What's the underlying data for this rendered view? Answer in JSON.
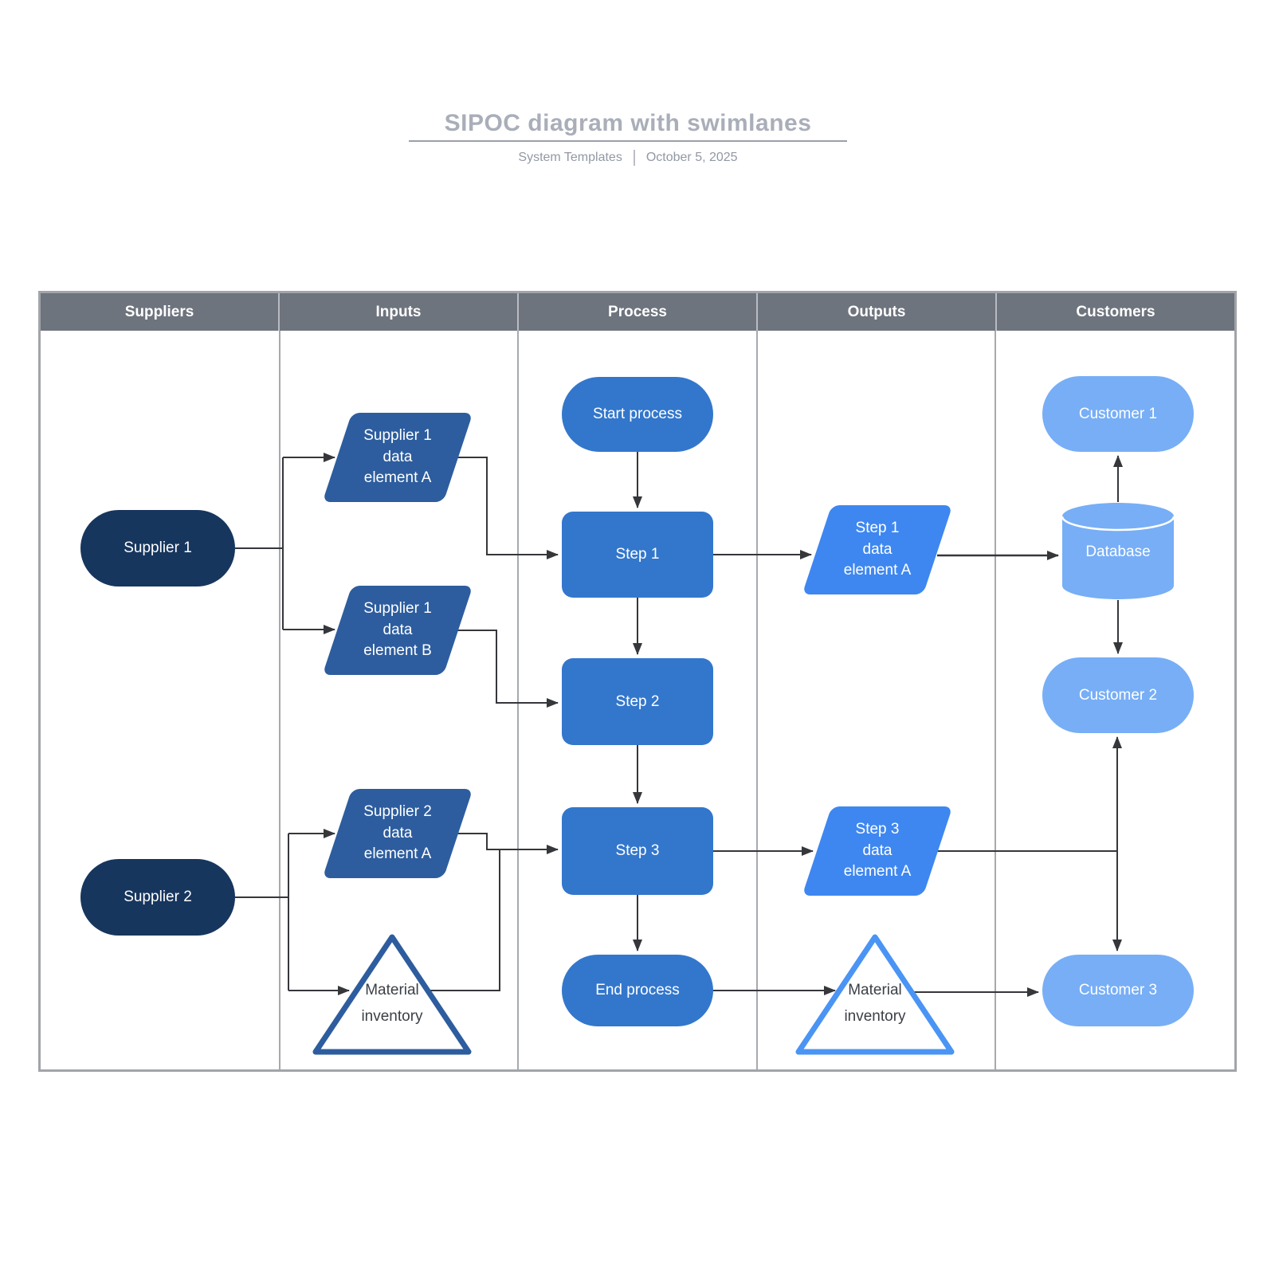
{
  "header": {
    "title": "SIPOC diagram with swimlanes",
    "byline": "System Templates",
    "date": "October 5, 2025"
  },
  "swimlanes": {
    "columns": [
      "Suppliers",
      "Inputs",
      "Process",
      "Outputs",
      "Customers"
    ]
  },
  "nodes": {
    "supplier1": {
      "label": "Supplier 1"
    },
    "supplier2": {
      "label": "Supplier 2"
    },
    "input_s1a": {
      "lines": [
        "Supplier 1",
        "data",
        "element A"
      ]
    },
    "input_s1b": {
      "lines": [
        "Supplier 1",
        "data",
        "element B"
      ]
    },
    "input_s2a": {
      "lines": [
        "Supplier 2",
        "data",
        "element A"
      ]
    },
    "input_material": {
      "lines": [
        "Material",
        "inventory"
      ]
    },
    "start": {
      "label": "Start process"
    },
    "step1": {
      "label": "Step 1"
    },
    "step2": {
      "label": "Step 2"
    },
    "step3": {
      "label": "Step 3"
    },
    "end": {
      "label": "End process"
    },
    "output_s1a": {
      "lines": [
        "Step 1",
        "data",
        "element A"
      ]
    },
    "output_s3a": {
      "lines": [
        "Step 3",
        "data",
        "element A"
      ]
    },
    "output_material": {
      "lines": [
        "Material",
        "inventory"
      ]
    },
    "customer1": {
      "label": "Customer 1"
    },
    "database": {
      "label": "Database"
    },
    "customer2": {
      "label": "Customer 2"
    },
    "customer3": {
      "label": "Customer 3"
    }
  },
  "colors": {
    "navy": "#17365e",
    "inputBlue": "#2d5d9e",
    "processBlue": "#3377cc",
    "outputBlue": "#3e87f0",
    "customerBlue": "#77aef6",
    "inputTriangleStroke": "#2d5d9e",
    "outputTriangleStroke": "#4a94f4",
    "headerGray": "#6e747d",
    "borderGray": "#a1a4a9",
    "lineDark": "#35373b",
    "titleGray": "#a9aeb9",
    "ruleGray": "#9aa0ab",
    "subGray": "#9298a4"
  }
}
